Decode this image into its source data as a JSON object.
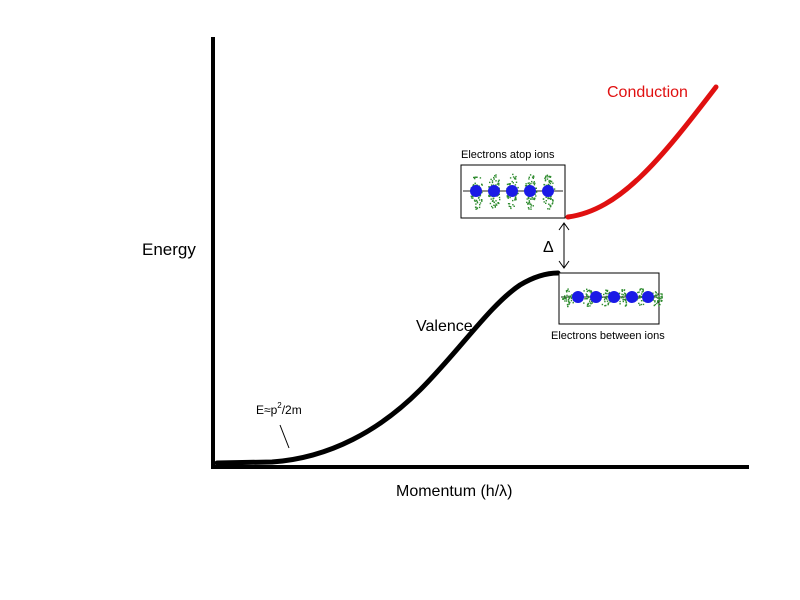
{
  "diagram": {
    "axes": {
      "y_label": "Energy",
      "x_label": "Momentum (h/λ)"
    },
    "bands": {
      "conduction": {
        "label": "Conduction",
        "color": "#e01010"
      },
      "valence": {
        "label": "Valence",
        "color": "#000000"
      }
    },
    "gap": {
      "label": "Δ"
    },
    "insets": {
      "top": {
        "caption": "Electrons atop ions"
      },
      "bottom": {
        "caption": "Electrons between ions"
      }
    },
    "formula": {
      "prefix": "E≈p",
      "exponent": "2",
      "suffix": "/2m"
    },
    "colors": {
      "ion": "#1a1ae6",
      "electron_cloud": "#2e8b2e"
    }
  }
}
